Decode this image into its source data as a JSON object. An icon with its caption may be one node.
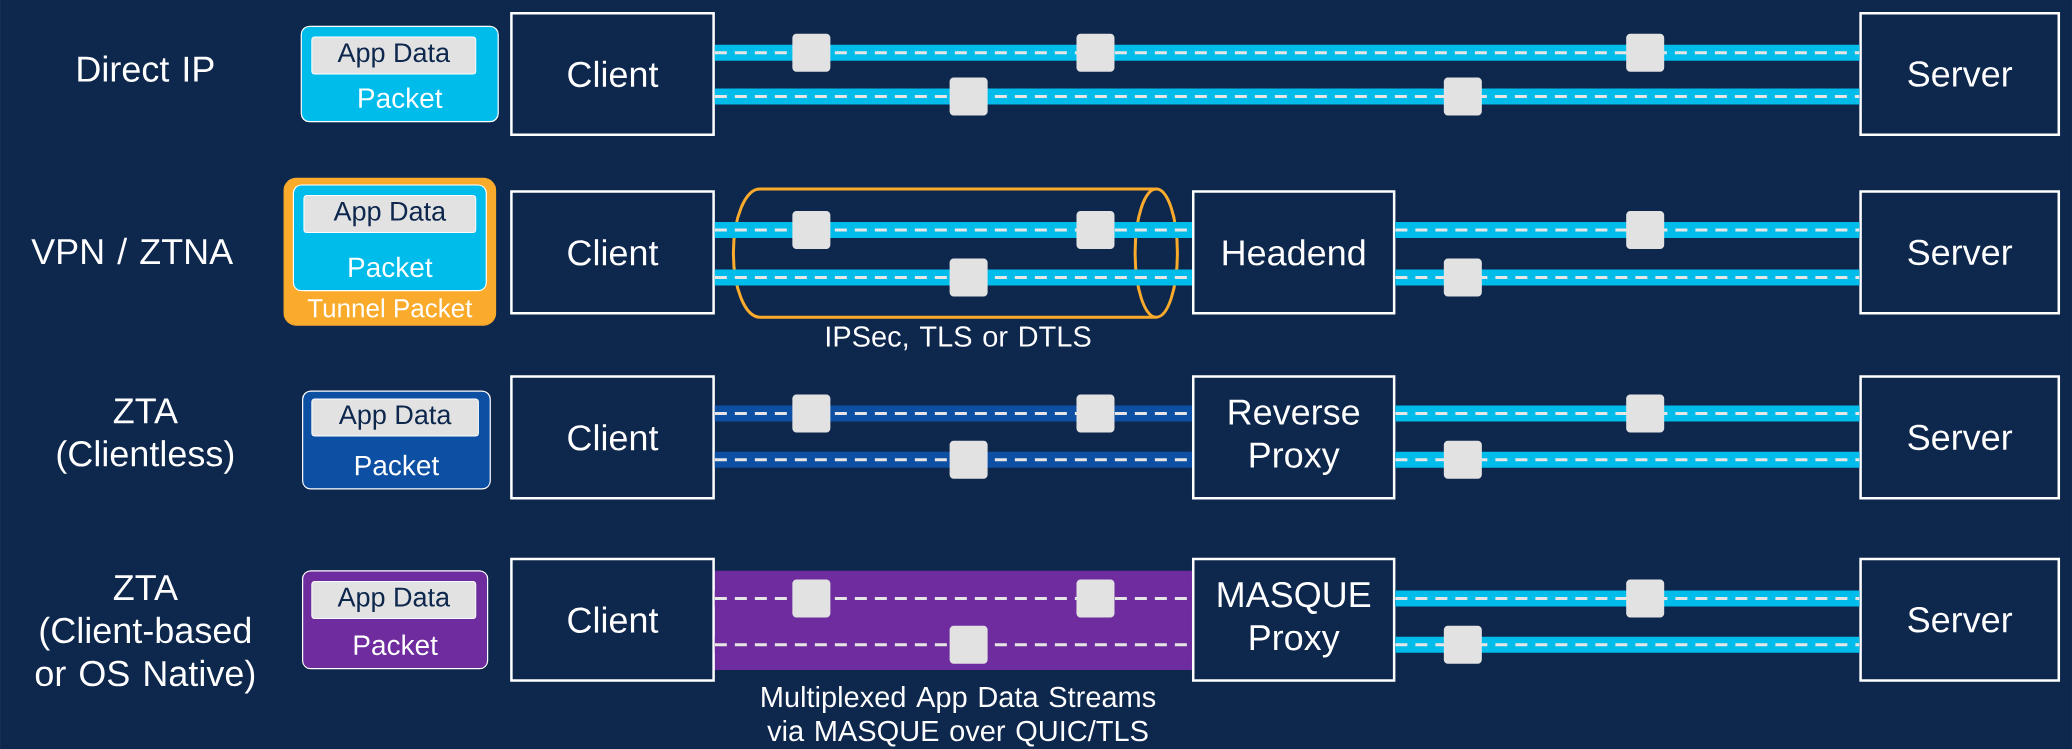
{
  "diagram": {
    "nodes": [
      {
        "text": [
          "Packet"
        ]
      },
      {
        "text": [
          "App Data"
        ],
        "in": 0
      },
      {
        "text": [
          "Client"
        ]
      },
      {
        "text": [
          "Server"
        ]
      },
      {
        "text": [
          "Tunnel Packet"
        ]
      },
      {
        "text": [
          "Packet"
        ],
        "in": 4
      },
      {
        "text": [
          "App Data"
        ],
        "in": 5
      },
      {
        "text": [
          "Client"
        ]
      },
      {
        "text": [
          "Headend"
        ]
      },
      {
        "text": [
          "Server"
        ]
      },
      {
        "text": [
          "Packet"
        ]
      },
      {
        "text": [
          "App Data"
        ],
        "in": 10
      },
      {
        "text": [
          "Client"
        ]
      },
      {
        "text": [
          "Reverse Proxy"
        ]
      },
      {
        "text": [
          "Server"
        ]
      },
      {
        "text": [
          "Packet"
        ]
      },
      {
        "text": [
          "App Data"
        ],
        "in": 15
      },
      {
        "text": [
          "Client"
        ]
      },
      {
        "text": [
          "MASQUE Proxy"
        ]
      },
      {
        "text": [
          "Server"
        ]
      }
    ],
    "edges": [
      {
        "from": 2,
        "to": 3,
        "arrow": "none"
      },
      {
        "from": 2,
        "to": 3,
        "arrow": "none"
      },
      {
        "from": 7,
        "to": 8,
        "arrow": "none"
      },
      {
        "from": 7,
        "to": 8,
        "arrow": "none"
      },
      {
        "from": 8,
        "to": 9,
        "arrow": "none"
      },
      {
        "from": 8,
        "to": 9,
        "arrow": "none"
      },
      {
        "from": 12,
        "to": 13,
        "arrow": "none",
        "color": "#0d4fa3"
      },
      {
        "from": 12,
        "to": 13,
        "arrow": "none",
        "color": "#0d4fa3"
      },
      {
        "from": 13,
        "to": 14,
        "arrow": "none"
      },
      {
        "from": 13,
        "to": 14,
        "arrow": "none"
      },
      {
        "from": 17,
        "to": 18,
        "arrow": "none",
        "color": "#6e2c9e"
      },
      {
        "from": 17,
        "to": 18,
        "arrow": "none",
        "color": "#6e2c9e"
      },
      {
        "from": 18,
        "to": 19,
        "arrow": "none"
      },
      {
        "from": 18,
        "to": 19,
        "arrow": "none"
      }
    ],
    "labels": [
      "Direct IP",
      "VPN / ZTNA",
      "IPSec, TLS or DTLS",
      "ZTA (Clientless)",
      "ZTA (Client-based or OS Native)",
      "Multiplexed App Data Streams via MASQUE over QUIC/TLS"
    ]
  }
}
